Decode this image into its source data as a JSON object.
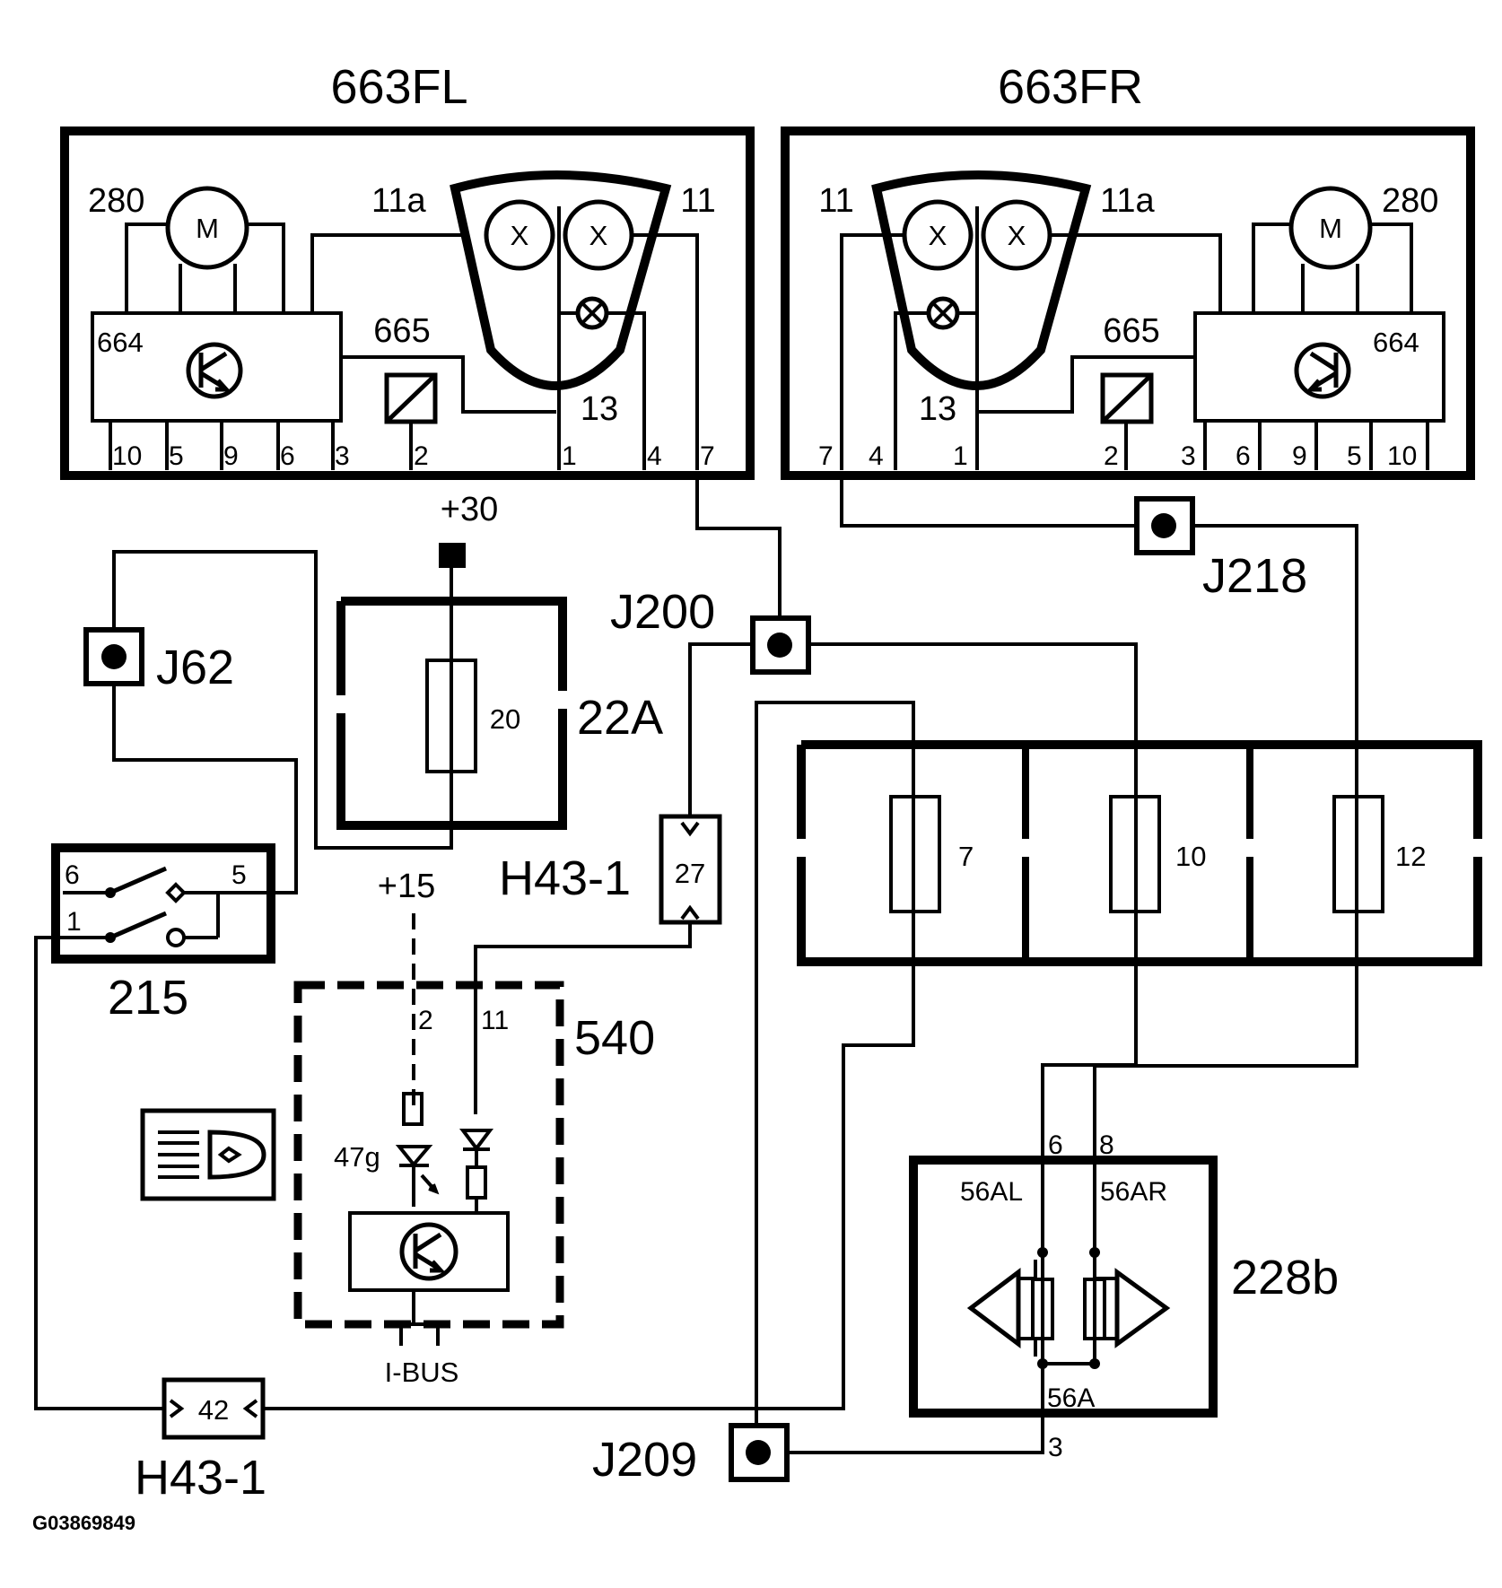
{
  "diagram": {
    "modules": {
      "fl": {
        "title": "663FL",
        "motor_id": "280",
        "motor_symbol": "M",
        "ecu_id": "664",
        "relay_id": "665",
        "lamp_pin_a": "11a",
        "lamp_pin_b": "11",
        "lamp_pin_c": "13",
        "lamp_symbol": "X",
        "pins": [
          "10",
          "5",
          "9",
          "6",
          "3",
          "2",
          "1",
          "4",
          "7"
        ]
      },
      "fr": {
        "title": "663FR",
        "motor_id": "280",
        "motor_symbol": "M",
        "ecu_id": "664",
        "relay_id": "665",
        "lamp_pin_a": "11",
        "lamp_pin_b": "11a",
        "lamp_pin_c": "13",
        "lamp_symbol": "X",
        "pins": [
          "7",
          "4",
          "1",
          "2",
          "3",
          "6",
          "9",
          "5",
          "10"
        ]
      }
    },
    "supply": {
      "b_plus": "+30",
      "ign": "+15"
    },
    "fusebox_22a": {
      "label": "22A",
      "fuse": "20"
    },
    "fusebox_main": {
      "fuses": [
        "7",
        "10",
        "12"
      ]
    },
    "junctions": {
      "j62": "J62",
      "j200": "J200",
      "j218": "J218",
      "j209": "J209"
    },
    "connectors": {
      "h43_top": {
        "label": "H43-1",
        "pin": "27"
      },
      "h43_bottom": {
        "label": "H43-1",
        "pin": "42"
      }
    },
    "switch_215": {
      "label": "215",
      "pins": [
        "6",
        "5",
        "1"
      ]
    },
    "module_540": {
      "label": "540",
      "pins": [
        "2",
        "11"
      ],
      "led": "47g",
      "bus": "I-BUS"
    },
    "switch_228b": {
      "label": "228b",
      "left_out": "56AL",
      "right_out": "56AR",
      "pin_left": "6",
      "pin_right": "8",
      "common": "56A",
      "pin_common": "3"
    },
    "footer": {
      "figure_code": "G03869849"
    }
  }
}
